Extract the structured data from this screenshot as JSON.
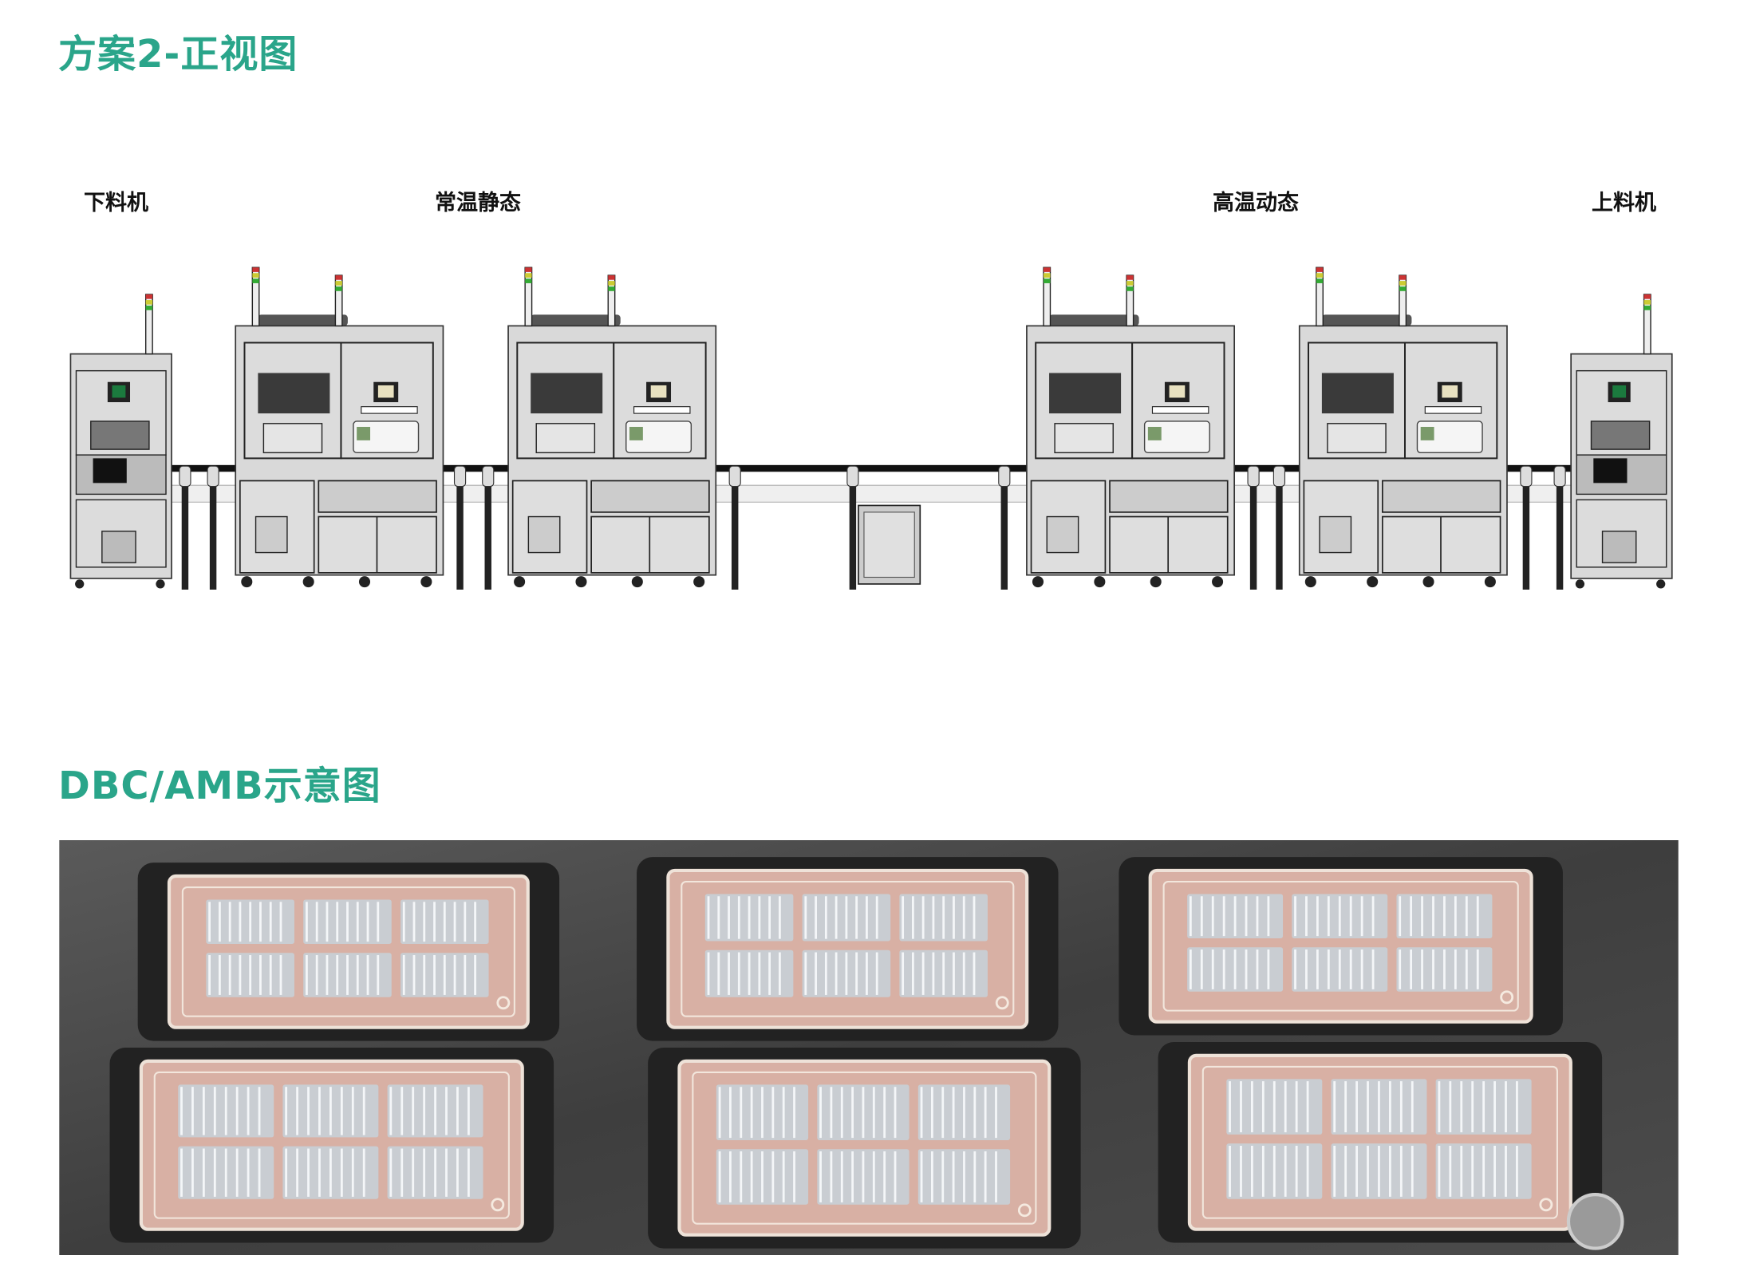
{
  "section1": {
    "title": "方案2-正视图",
    "labels": {
      "unloader": "下料机",
      "room_temp_static": "常温静态",
      "high_temp_dynamic": "高温动态",
      "loader": "上料机"
    }
  },
  "section2": {
    "title": "DBC/AMB示意图"
  },
  "colors": {
    "accent": "#2aa58a",
    "machine_body": "#d9d9d9",
    "tray": "#4a4a4a",
    "copper": "#d8b0a4"
  }
}
